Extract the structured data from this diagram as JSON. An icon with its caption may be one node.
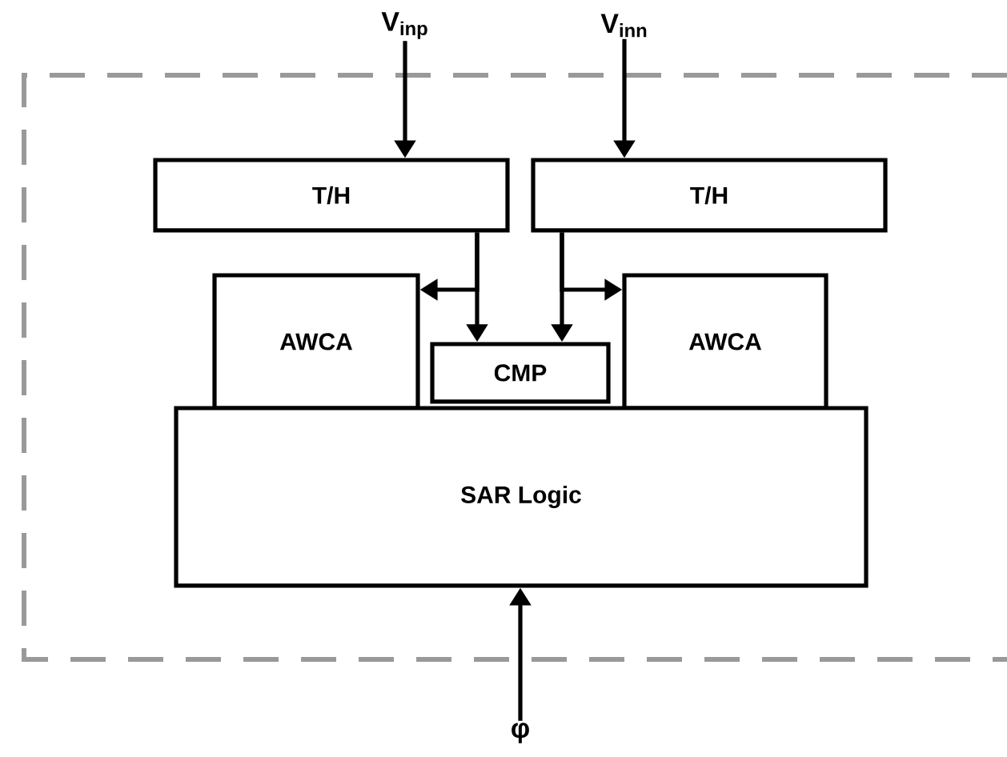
{
  "diagram": {
    "nodes": [
      {
        "text": [
          "V$_{inp}$"
        ]
      },
      {
        "text": [
          "V$_{inn}$"
        ]
      },
      {
        "text": [
          "T/H"
        ]
      },
      {
        "text": [
          "T/H"
        ]
      },
      {
        "text": [
          "AWCA"
        ]
      },
      {
        "text": [
          "CMP"
        ]
      },
      {
        "text": [
          "AWCA"
        ]
      },
      {
        "text": [
          "SAR Logic"
        ]
      },
      {
        "text": [
          "φ"
        ]
      }
    ],
    "edges": [
      {
        "from": 0,
        "to": 2,
        "arrow": "to"
      },
      {
        "from": 1,
        "to": 3,
        "arrow": "to"
      },
      {
        "from": 2,
        "to": 4,
        "arrow": "to"
      },
      {
        "from": 2,
        "to": 5,
        "arrow": "to"
      },
      {
        "from": 3,
        "to": 5,
        "arrow": "to"
      },
      {
        "from": 3,
        "to": 6,
        "arrow": "to"
      },
      {
        "from": 8,
        "to": 7,
        "arrow": "to"
      }
    ]
  }
}
